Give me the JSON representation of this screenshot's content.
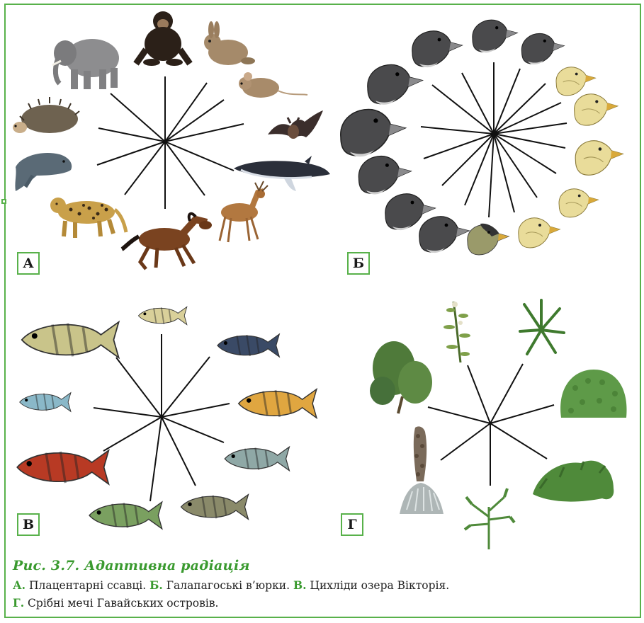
{
  "figure": {
    "title": "Рис. 3.7. Адаптивна радіація",
    "colors": {
      "accent": "#58b14a",
      "accent_text": "#3a9a2f",
      "rays": "#111111"
    }
  },
  "panels": [
    {
      "letter": "А",
      "caption_letter": "А.",
      "caption_text": "Плацентарні ссавці.",
      "organisms": [
        "elephant-icon",
        "chimpanzee-icon",
        "rabbit-icon",
        "mouse-icon",
        "bat-icon",
        "whale-icon",
        "deer-icon",
        "horse-icon",
        "leopard-icon",
        "seal-icon",
        "hedgehog-icon"
      ]
    },
    {
      "letter": "Б",
      "caption_letter": "Б.",
      "caption_text": "Галапагоські в’юрки.",
      "organisms": [
        "finch-dark-icon",
        "finch-yellow-icon"
      ]
    },
    {
      "letter": "В",
      "caption_letter": "В.",
      "caption_text": "Цихліди озера Вікторія.",
      "organisms": [
        "cichlid-fish-icon"
      ]
    },
    {
      "letter": "Г",
      "caption_letter": "Г.",
      "caption_text": "Срібні мечі Гавайських островів.",
      "organisms": [
        "shrub-icon",
        "flowering-stem-icon",
        "rosette-icon",
        "cushion-plant-icon",
        "creeping-plant-icon",
        "branching-plant-icon",
        "silversword-icon"
      ]
    }
  ]
}
